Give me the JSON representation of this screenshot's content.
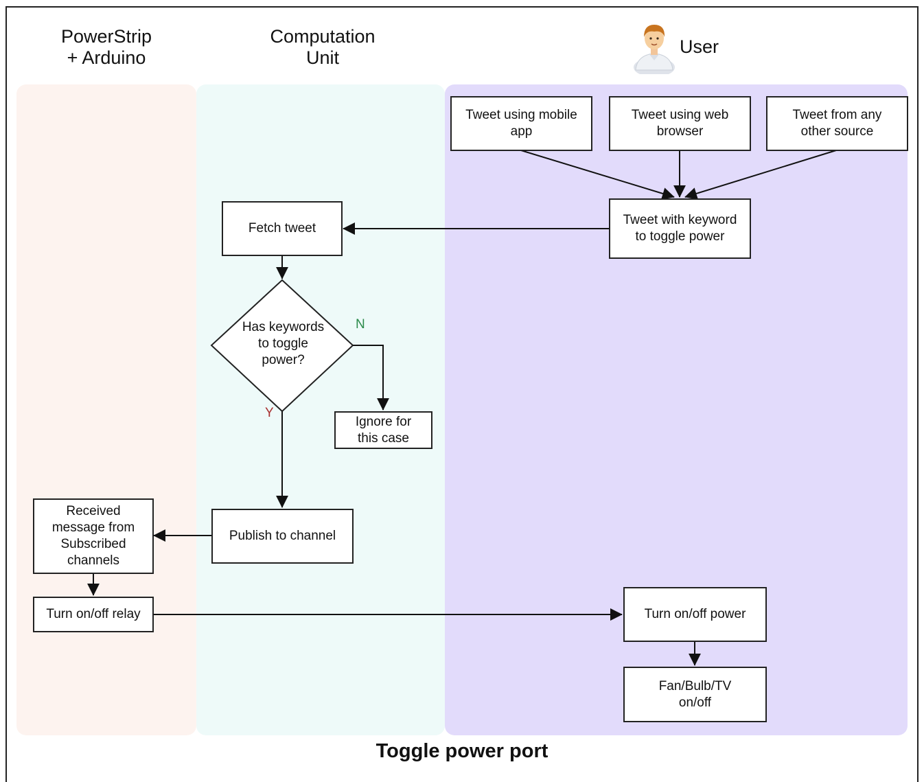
{
  "lanes": {
    "power": {
      "title": "PowerStrip\n+ Arduino"
    },
    "compute": {
      "title": "Computation\nUnit"
    },
    "user": {
      "title": "User"
    }
  },
  "nodes": {
    "tweet_mobile": "Tweet using mobile\napp",
    "tweet_web": "Tweet using web\nbrowser",
    "tweet_other": "Tweet from any\nother source",
    "tweet_keyword": "Tweet with keyword\nto toggle power",
    "fetch_tweet": "Fetch tweet",
    "decision": "Has keywords\nto toggle\npower?",
    "ignore": "Ignore for\nthis case",
    "publish": "Publish to channel",
    "received": "Received\nmessage from\nSubscribed\nchannels",
    "relay": "Turn on/off relay",
    "power": "Turn on/off power",
    "devices": "Fan/Bulb/TV\non/off"
  },
  "edge_labels": {
    "no": "N",
    "yes": "Y"
  },
  "footer": {
    "title": "Toggle power port"
  },
  "colors": {
    "lane_power": "#fdf3ef",
    "lane_compute": "#eefaf9",
    "lane_user": "#e2dbfb",
    "label_no": "#2a8a4a",
    "label_yes": "#a83030"
  },
  "icons": {
    "user": "user-avatar-icon"
  }
}
